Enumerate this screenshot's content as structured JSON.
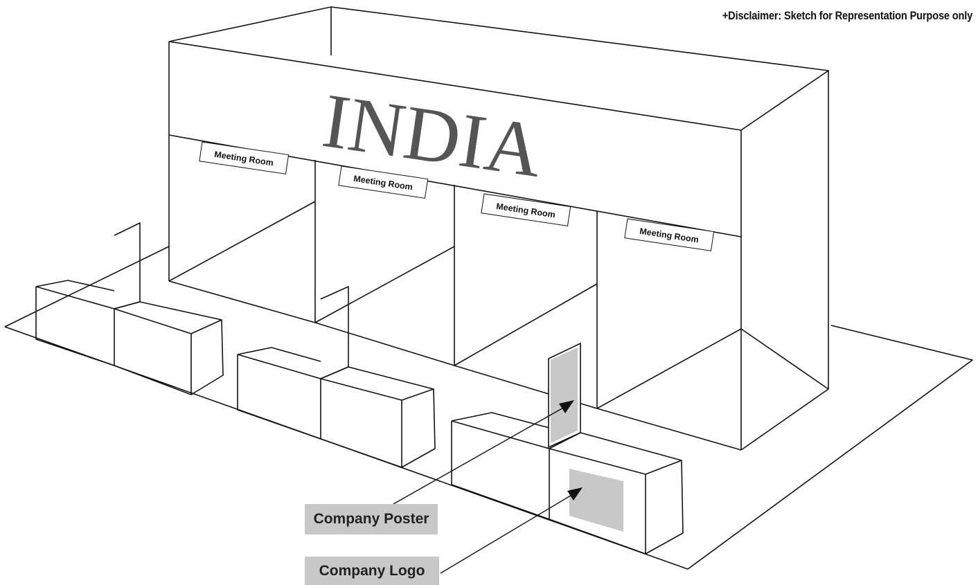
{
  "disclaimer": "+Disclaimer: Sketch for Representation Purpose only",
  "fascia_title": "INDIA",
  "meeting_rooms": [
    "Meeting Room",
    "Meeting Room",
    "Meeting Room",
    "Meeting Room"
  ],
  "callouts": {
    "poster": "Company Poster",
    "logo": "Company Logo"
  },
  "colors": {
    "line": "#111111",
    "title": "#555555",
    "panel_fill": "#c8c8c8"
  }
}
